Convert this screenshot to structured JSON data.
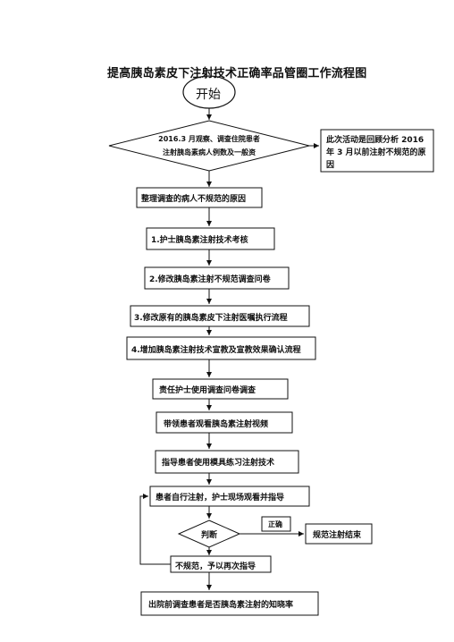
{
  "title": "提高胰岛素皮下注射技术正确率品管圈工作流程图",
  "start": "开始",
  "decision1": {
    "line1": "2016.3 月观察、调查住院患者",
    "line2": "注射胰岛素病人例数及一般资"
  },
  "side_note": {
    "line1": "此次活动是回顾分析 2016",
    "line2": "年 3 月以前注射不规范的原",
    "line3": "因"
  },
  "steps": [
    "整理调查的病人不规范的原因",
    "1.护士胰岛素注射技术考核",
    "2.修改胰岛素注射不规范调查问卷",
    "3.修改原有的胰岛素皮下注射医嘱执行流程",
    "4.增加胰岛素注射技术宣教及宣教效果确认流程",
    "责任护士使用调查问卷调查",
    "带领患者观看胰岛素注射视频",
    "指导患者使用模具练习注射技术",
    "患者自行注射，护士现场观看并指导"
  ],
  "decision2": "判断",
  "branch_label": "正确",
  "end_box": "规范注射结束",
  "loop_box": "不规范，予以再次指导",
  "final_box": "出院前调查患者是否胰岛素注射的知晓率"
}
